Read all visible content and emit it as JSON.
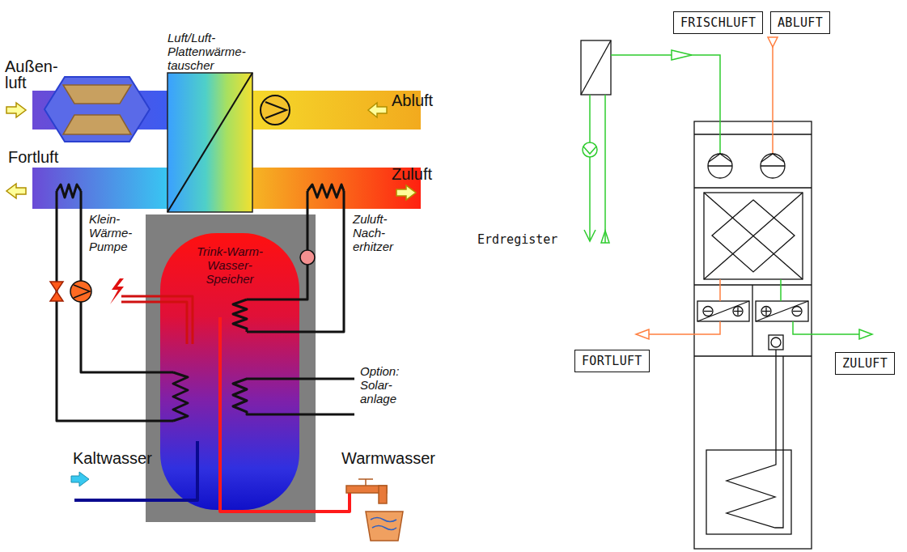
{
  "diagram": {
    "nodes": [
      {
        "text": [
          "Trink-Warm- Wasser- Speicher"
        ]
      },
      {
        "text": [
          "FRISCHLUFT"
        ]
      },
      {
        "text": [
          "ABLUFT"
        ]
      },
      {
        "text": [
          "FORTLUFT"
        ]
      },
      {
        "text": [
          "ZULUFT"
        ]
      }
    ],
    "labels": [
      "Außen- luft",
      "Luft/Luft- Plattenwärme- tauscher",
      "Abluft",
      "Fortluft",
      "Zuluft",
      "Klein- Wärme- Pumpe",
      "Zuluft- Nach- erhitzer",
      "Option: Solar- anlage",
      "Kaltwasser",
      "Warmwasser",
      "Erdregister"
    ]
  }
}
